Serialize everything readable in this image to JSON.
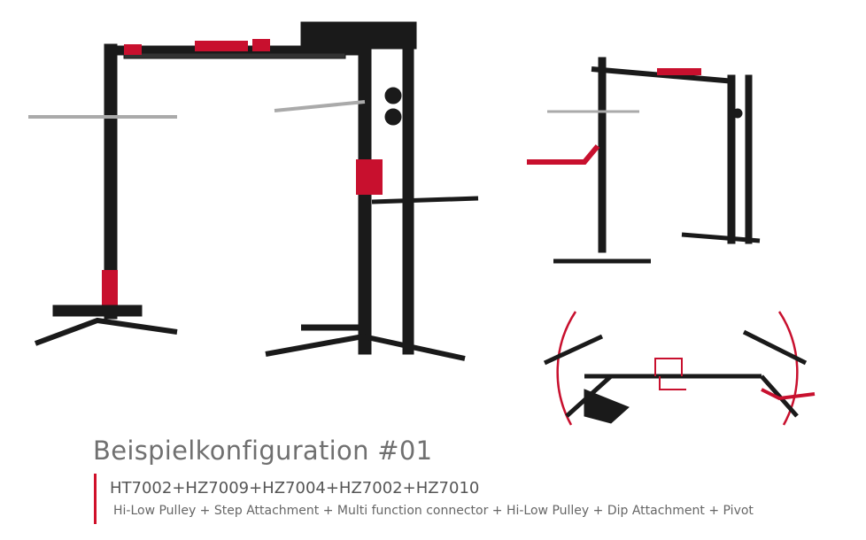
{
  "heading": "Beispielkonfiguration #01",
  "models": "HT7002+HZ7009+HZ7004+HZ7002+HZ7010",
  "description": "Hi-Low Pulley + Step Attachment + Multi function connector + Hi-Low Pulley + Dip Attachment + Pivot",
  "colors": {
    "frame": "#1a1a1a",
    "accent": "#c8102e",
    "text": "#707070"
  }
}
